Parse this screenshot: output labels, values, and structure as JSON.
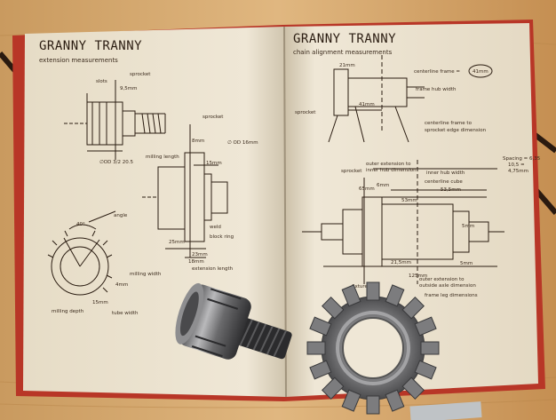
{
  "scene": {
    "description_free": true,
    "colors": {
      "table_wood": "#d8ae78",
      "book_cover": "#c03a2a",
      "paper": "#efe7d6",
      "ink": "#2b1d12",
      "metal_dark": "#4b4b4d",
      "metal_light": "#a8a8aa"
    }
  },
  "left_page": {
    "title": "GRANNY TRANNY",
    "subtitle": "extension measurements",
    "labels": {
      "slots": "slots",
      "sprocket": "sprocket",
      "dim_9_5mm": "9,5mm",
      "dim_od": "∅OD 3/2 20.5",
      "sprocket2": "sprocket",
      "milling_length": "milling length",
      "dim_8mm": "8mm",
      "dim_od2": "∅ OD 16mm",
      "dim_15mm": "15mm",
      "dim_25mm": "25mm",
      "dim_23mm": "23mm",
      "dim_18mm": "18mm",
      "weld": "weld",
      "block_ring": "block ring",
      "extension_length": "extension length",
      "angle": "angle",
      "milling_width": "milling width",
      "milling_depth": "milling depth",
      "tube_width": "tube width",
      "dim_40": "40°",
      "dim_4mm": "4mm",
      "dim_15mm_b": "15mm"
    }
  },
  "right_page": {
    "title": "GRANNY TRANNY",
    "subtitle": "chain alignment measurements",
    "labels": {
      "centerline_frame": "centerline frame =",
      "centerline_frame_val": "41mm",
      "frame_hub_width": "frame hub width",
      "sprocket": "sprocket",
      "dim_21mm": "21mm",
      "dim_41mm": "41mm",
      "centerline_frame_to": "centerline frame to",
      "sprocket_edge": "sprocket edge dimension",
      "outer_extension": "outer extension to",
      "inner_hub_dim": "inner hub dimension",
      "inner_hub_width": "inner hub width",
      "centerline_cube": "centerline cube",
      "dim_53_5mm": "53,5mm",
      "spacing": "Spacing = 6,35",
      "spacing2": "10,5 =",
      "spacing3": "4,75mm",
      "sprocket2": "sprocket",
      "dim_65mm": "65mm",
      "dim_53mm": "53mm",
      "dim_6mm": "6mm",
      "dim_5mm": "5mm",
      "dim_21_5mm": "21,5mm",
      "dim_125mm": "125mm",
      "fixture_ring": "fixture ring",
      "outer_ext_to": "outer extension to",
      "outside_axle": "outside axle dimension",
      "frame_leg": "frame leg dimensions",
      "dim_5mm_b": "5mm"
    }
  }
}
